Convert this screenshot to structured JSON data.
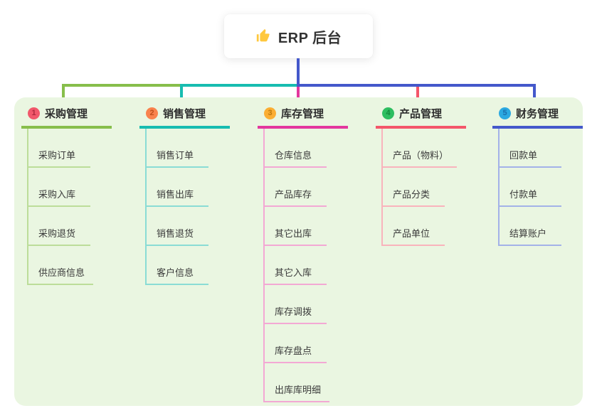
{
  "root": {
    "title": "ERP 后台",
    "icon": "thumbs-up-icon"
  },
  "canvas": {
    "background": "#ffffff",
    "panel_background": "#EAF6E1",
    "root_connector_color": "#4458CB",
    "thumb_color": "#FFC83D"
  },
  "branches": [
    {
      "number": "1",
      "title": "采购管理",
      "color": "#87BE4B",
      "light_color": "#BCDD99",
      "badge_bg": "#F1586B",
      "badge_fg": "#AD2B3E",
      "children": [
        "采购订单",
        "采购入库",
        "采购退货",
        "供应商信息"
      ]
    },
    {
      "number": "2",
      "title": "销售管理",
      "color": "#17BCB0",
      "light_color": "#8ADCD5",
      "badge_bg": "#F9824D",
      "badge_fg": "#BF4F1C",
      "children": [
        "销售订单",
        "销售出库",
        "销售退货",
        "客户信息"
      ]
    },
    {
      "number": "3",
      "title": "库存管理",
      "color": "#E3379E",
      "light_color": "#F3A8D4",
      "badge_bg": "#FBAE33",
      "badge_fg": "#BF7A0E",
      "children": [
        "仓库信息",
        "产品库存",
        "其它出库",
        "其它入库",
        "库存调拨",
        "库存盘点",
        "出库库明细"
      ]
    },
    {
      "number": "4",
      "title": "产品管理",
      "color": "#F4566A",
      "light_color": "#F9B3BC",
      "badge_bg": "#2DBE60",
      "badge_fg": "#148A3E",
      "children": [
        "产品（物料）",
        "产品分类",
        "产品单位"
      ]
    },
    {
      "number": "5",
      "title": "财务管理",
      "color": "#4458CB",
      "light_color": "#A3B2E8",
      "badge_bg": "#2BA9E1",
      "badge_fg": "#1A6FAE",
      "children": [
        "回款单",
        "付款单",
        "结算账户"
      ]
    }
  ]
}
